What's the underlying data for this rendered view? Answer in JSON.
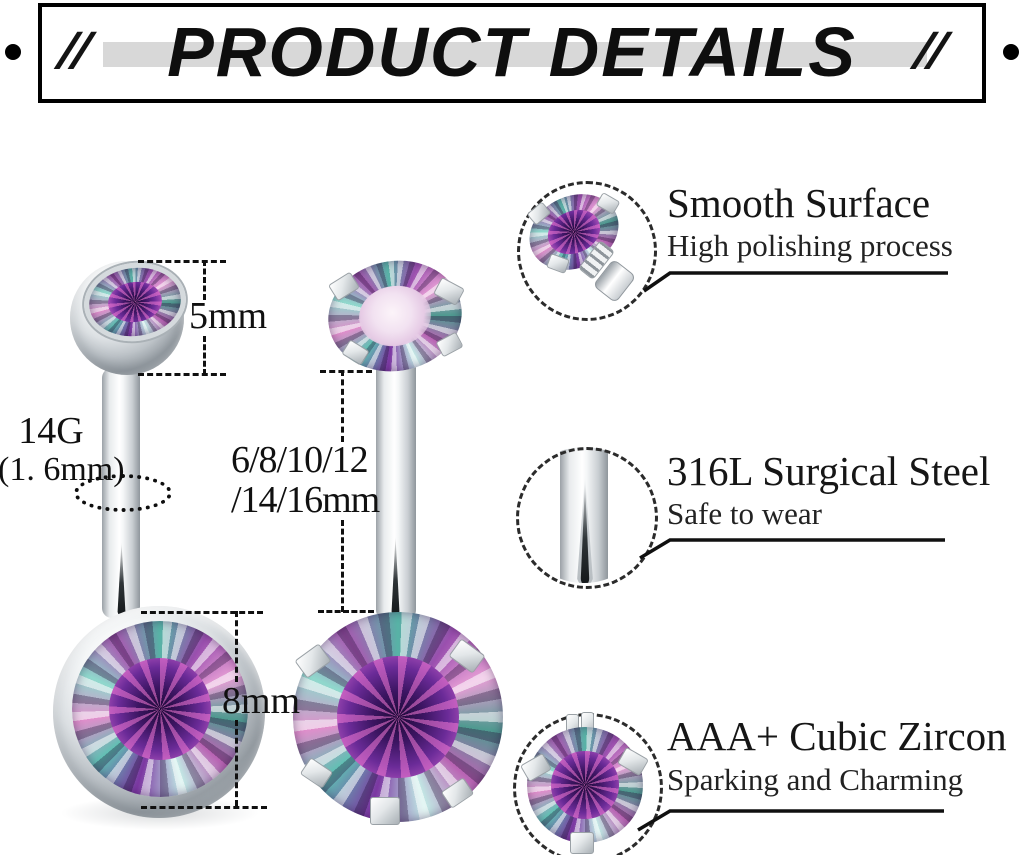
{
  "banner": {
    "title": "PRODUCT DETAILS",
    "slashes": "//"
  },
  "measurements": {
    "ball_diameter": "5mm",
    "gauge": "14G",
    "gauge_mm": "(1. 6mm)",
    "length_line1": "6/8/10/12",
    "length_line2": "/14/16mm",
    "gem_diameter": "8mm"
  },
  "features": [
    {
      "title": "Smooth Surface",
      "subtitle": "High polishing process"
    },
    {
      "title": "316L Surgical Steel",
      "subtitle": "Safe to wear"
    },
    {
      "title": "AAA+ Cubic Zircon",
      "subtitle": "Sparking and Charming"
    }
  ],
  "icons": {
    "callout_marker": "dashed-circle",
    "banner_accent": "double-slash",
    "banner_bullet": "black-dot"
  },
  "colors": {
    "banner_bar": "#d8d8d8",
    "line": "#101010",
    "gem_purple": "#6b2b98",
    "gem_teal": "#57b3a6",
    "gem_pink": "#e79fd6",
    "metal": "#c9ced2"
  }
}
